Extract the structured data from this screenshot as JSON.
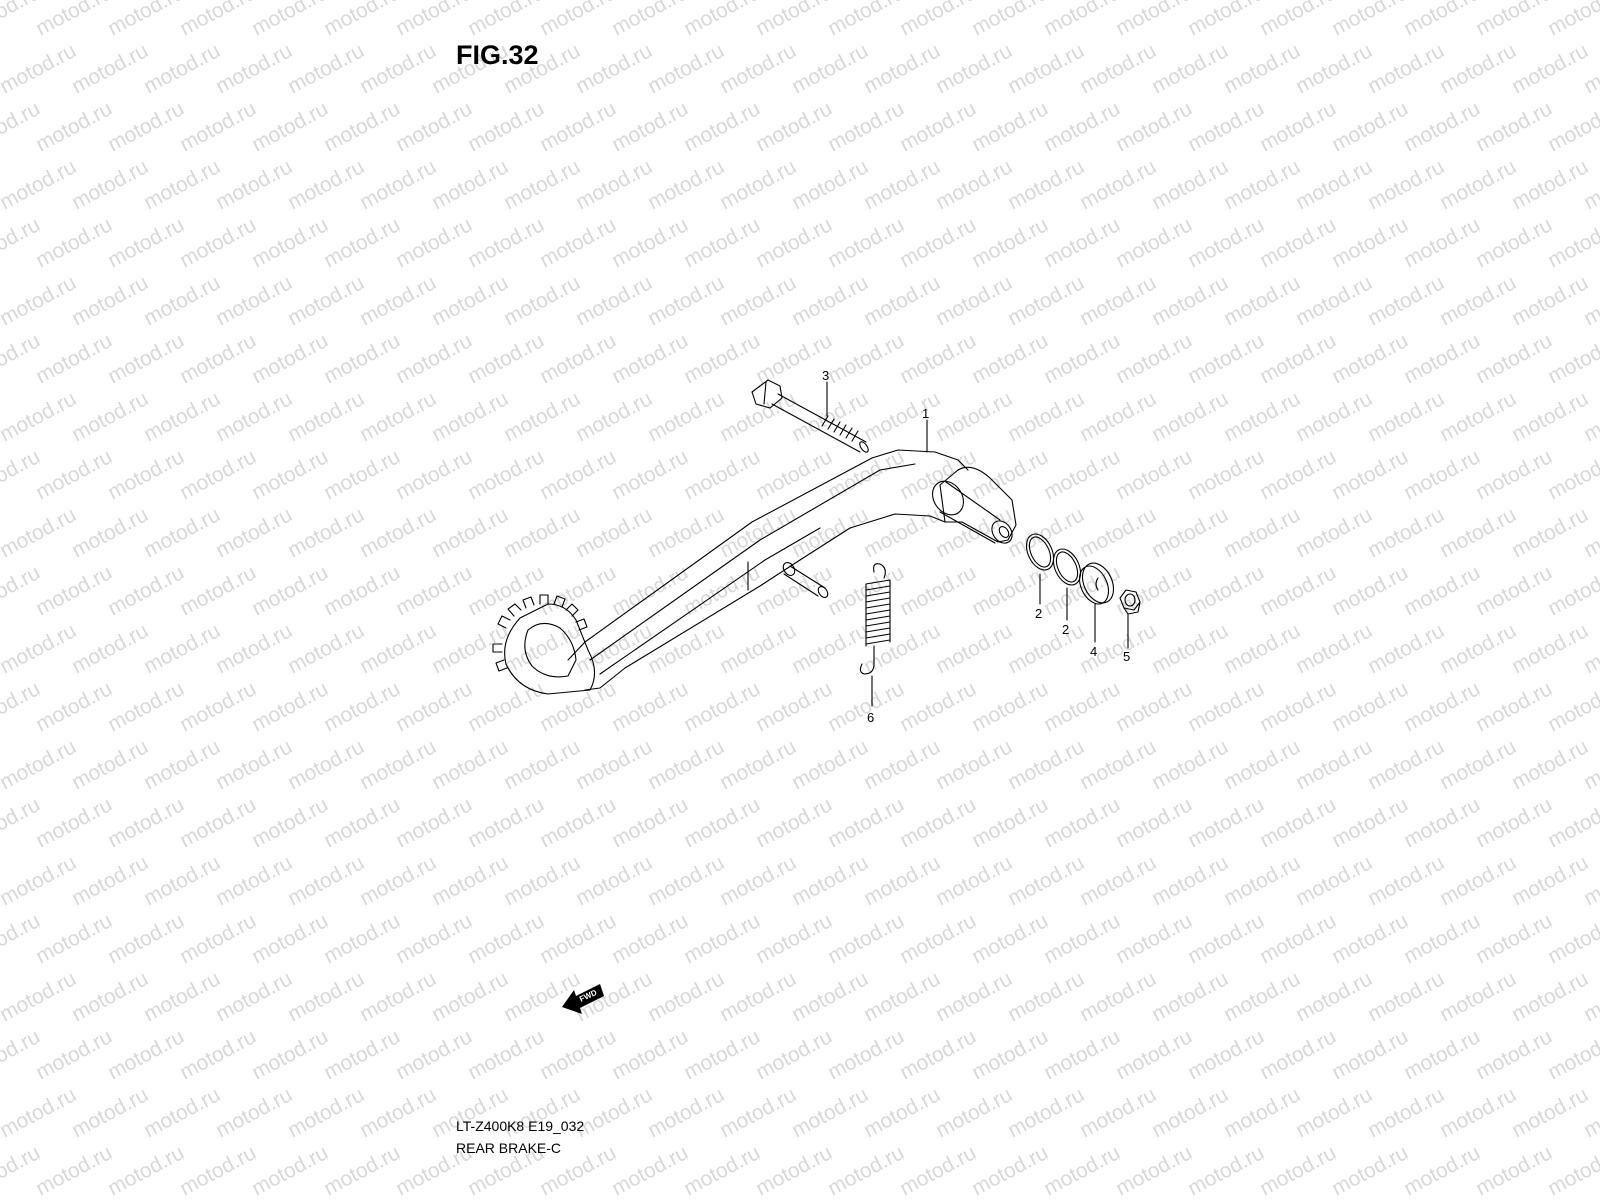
{
  "figure": {
    "title": "FIG.32",
    "model_code": "LT-Z400K8 E19_032",
    "section_name": "REAR BRAKE-C"
  },
  "watermark": {
    "text": "motod.ru",
    "color": "#d8d8d8"
  },
  "direction_indicator": {
    "label": "FWD"
  },
  "parts": [
    {
      "ref": "1",
      "part": "brake-pedal"
    },
    {
      "ref": "2",
      "part": "o-ring"
    },
    {
      "ref": "2",
      "part": "o-ring"
    },
    {
      "ref": "3",
      "part": "bolt"
    },
    {
      "ref": "4",
      "part": "washer"
    },
    {
      "ref": "5",
      "part": "nut"
    },
    {
      "ref": "6",
      "part": "return-spring"
    }
  ],
  "colors": {
    "line": "#000000",
    "background": "#ffffff"
  }
}
